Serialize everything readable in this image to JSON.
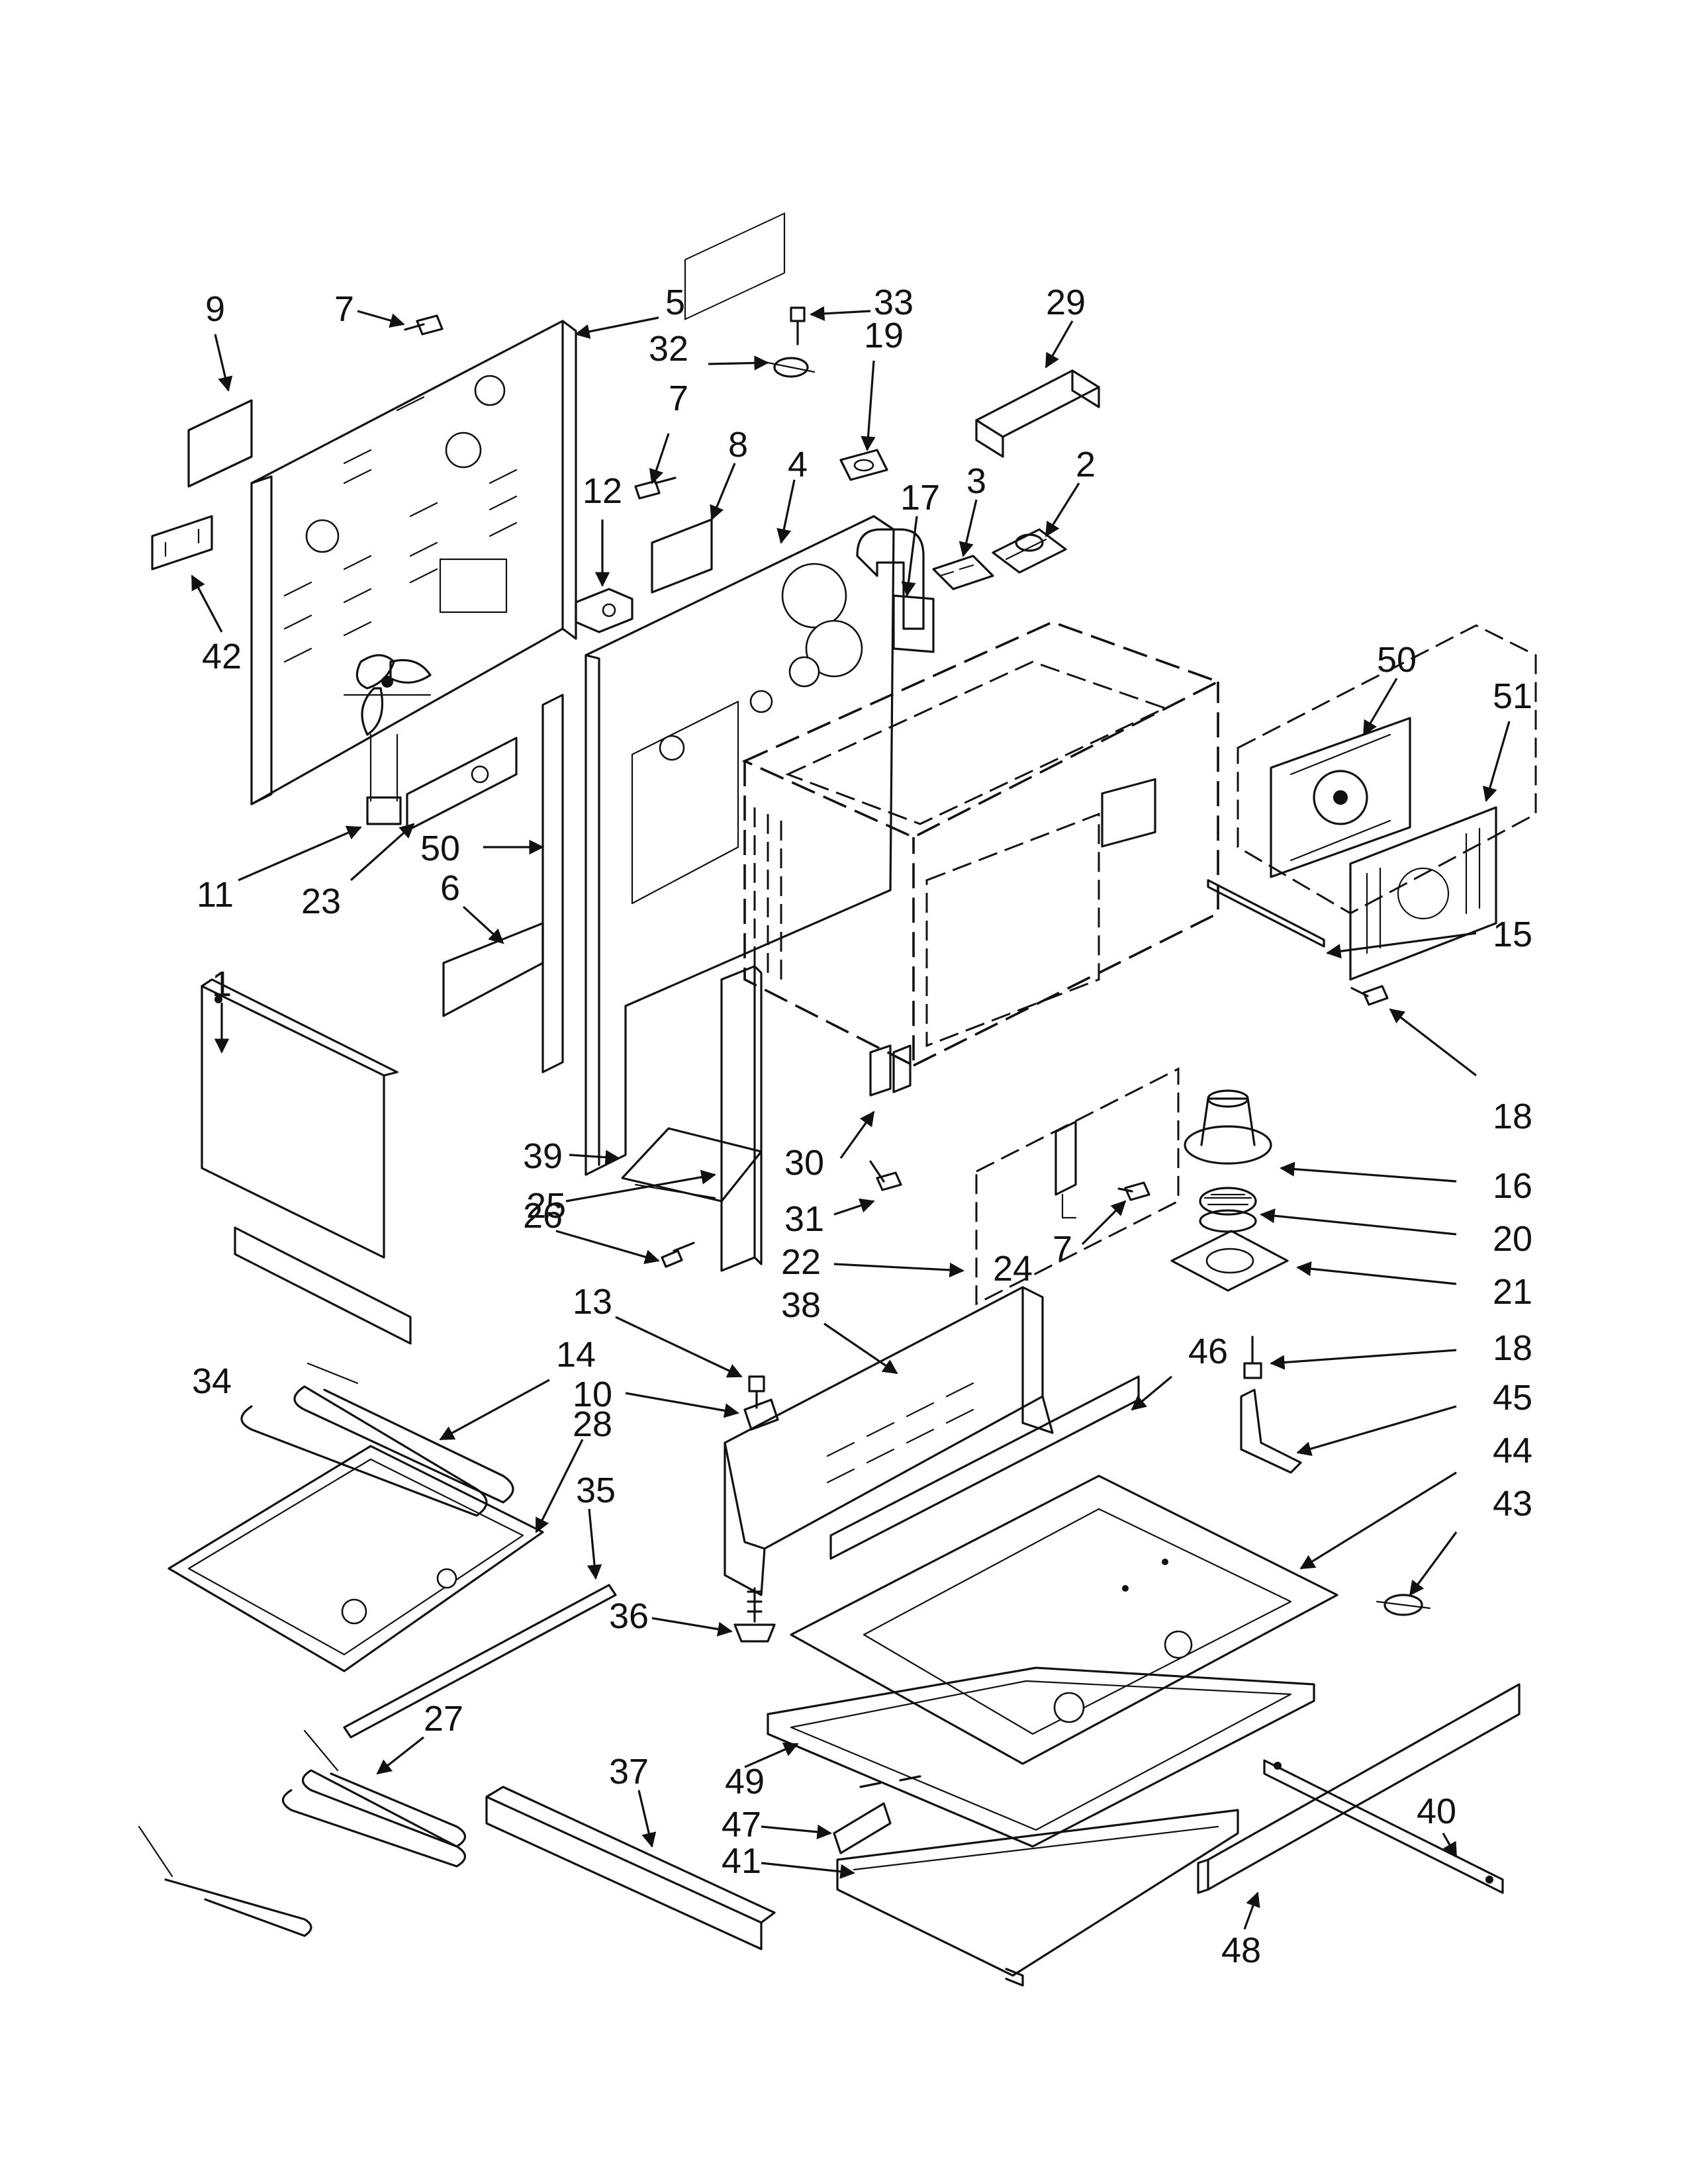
{
  "colors": {
    "line": "#111111",
    "background": "#ffffff"
  },
  "callouts": {
    "c1": "1",
    "c2": "2",
    "c3": "3",
    "c4": "4",
    "c5": "5",
    "c6": "6",
    "c7a": "7",
    "c7b": "7",
    "c7c": "7",
    "c8": "8",
    "c9": "9",
    "c10": "10",
    "c11": "11",
    "c12": "12",
    "c13": "13",
    "c14": "14",
    "c15": "15",
    "c16": "16",
    "c17": "17",
    "c18a": "18",
    "c18b": "18",
    "c19": "19",
    "c20": "20",
    "c21": "21",
    "c22": "22",
    "c23": "23",
    "c24": "24",
    "c25": "25",
    "c26": "26",
    "c27": "27",
    "c28": "28",
    "c29": "29",
    "c30": "30",
    "c31": "31",
    "c32": "32",
    "c33": "33",
    "c34": "34",
    "c35": "35",
    "c36": "36",
    "c37": "37",
    "c38": "38",
    "c39": "39",
    "c40": "40",
    "c41": "41",
    "c42": "42",
    "c43": "43",
    "c44": "44",
    "c45": "45",
    "c46": "46",
    "c47": "47",
    "c48": "48",
    "c49": "49",
    "c50a": "50",
    "c50b": "50",
    "c51": "51"
  }
}
